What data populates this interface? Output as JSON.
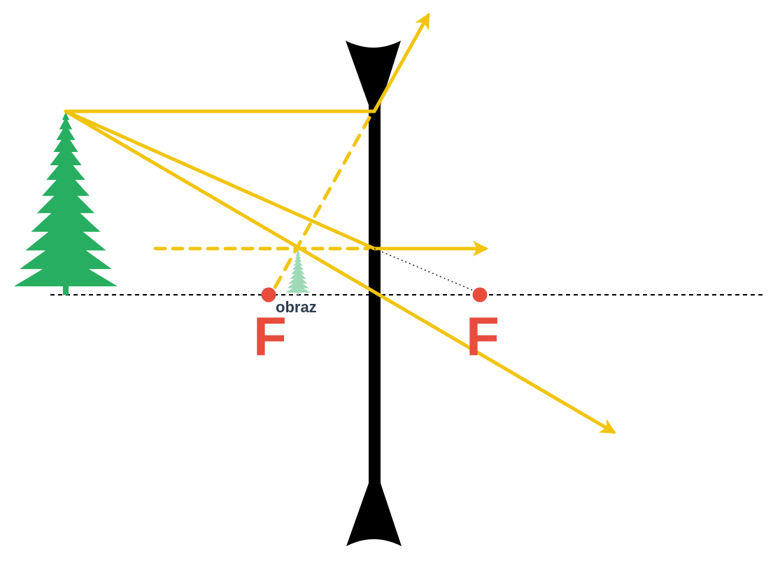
{
  "labels": {
    "focal_left": "F",
    "focal_right": "F",
    "image": "obraz"
  },
  "colors": {
    "ray": "#F1C40F",
    "lens": "#000000",
    "object_tree": "#27AE60",
    "image_tree": "#9ED9B8",
    "focal_point": "#E74C3C",
    "image_label": "#2C3E50",
    "axis": "#000000",
    "background": "#FFFFFF"
  },
  "icons": {
    "object": "tree-icon",
    "image": "tree-icon"
  }
}
